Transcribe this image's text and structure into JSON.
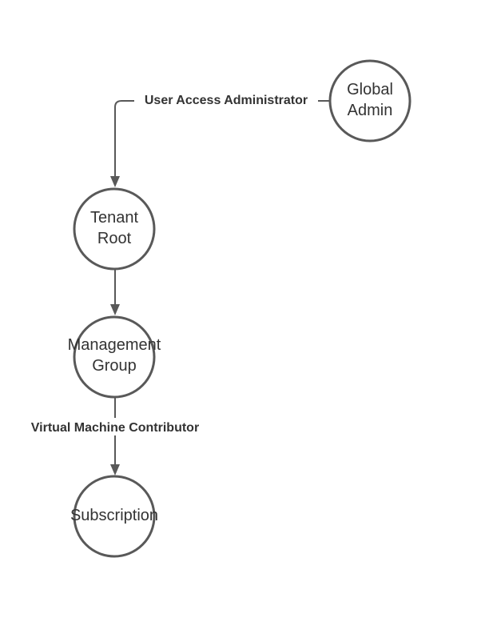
{
  "nodes": {
    "global_admin": {
      "line1": "Global",
      "line2": "Admin"
    },
    "tenant_root": {
      "line1": "Tenant",
      "line2": "Root"
    },
    "management_group": {
      "line1": "Management",
      "line2": "Group"
    },
    "subscription": {
      "line1": "Subscription"
    }
  },
  "edges": {
    "global_to_tenant": {
      "label": "User Access Administrator"
    },
    "tenant_to_management": {
      "label": ""
    },
    "management_to_subscription": {
      "label": "Virtual Machine Contributor"
    }
  },
  "colors": {
    "stroke": "#595959",
    "text": "#333333",
    "background": "#ffffff"
  }
}
